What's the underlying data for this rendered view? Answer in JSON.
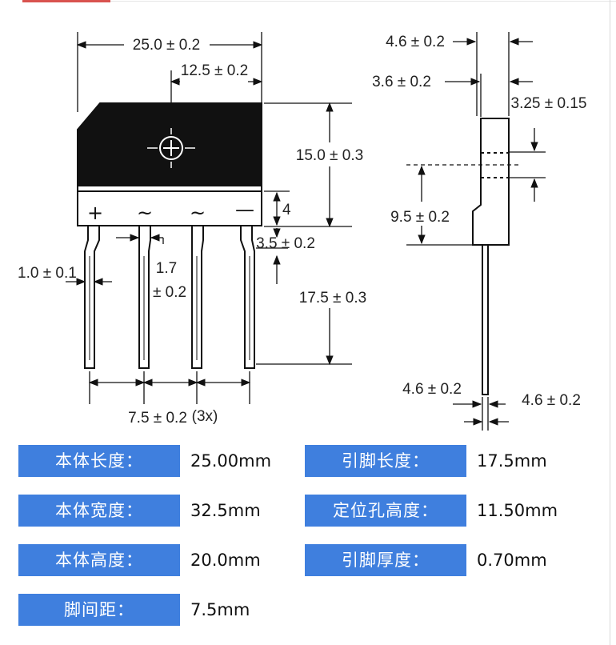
{
  "colors": {
    "accent": "#d9534f",
    "label_bg": "#3f7fde",
    "line": "#111111"
  },
  "drawing": {
    "front": {
      "body_length": "25.0 ± 0.2",
      "hole_offset": "12.5 ± 0.2",
      "body_height": "15.0 ± 0.3",
      "step": "4",
      "lead_clearance": "3.5 ± 0.2",
      "lead_length": "17.5 ± 0.3",
      "lead_width": "1.0 ± 0.1",
      "lead_width2_a": "1.7",
      "lead_width2_b": "± 0.2",
      "pitch": "7.5 ± 0.2",
      "pitch_count": "(3x)",
      "symbols": [
        "+",
        "~",
        "~",
        "—"
      ]
    },
    "side": {
      "width_outer": "4.6 ± 0.2",
      "width_inner": "3.6 ± 0.2",
      "top_offset": "3.25 ± 0.15",
      "hole_height": "9.5 ± 0.2",
      "lead_bottom": "4.6 ± 0.2",
      "lead_bottom_right": "4.6 ± 0.2"
    }
  },
  "specs": {
    "left": [
      {
        "label": "本体长度：",
        "value": "25.00mm"
      },
      {
        "label": "本体宽度：",
        "value": "32.5mm"
      },
      {
        "label": "本体高度：",
        "value": "20.0mm"
      },
      {
        "label": "脚间距：",
        "value": "7.5mm"
      }
    ],
    "right": [
      {
        "label": "引脚长度：",
        "value": "17.5mm"
      },
      {
        "label": "定位孔高度：",
        "value": "11.50mm"
      },
      {
        "label": "引脚厚度：",
        "value": "0.70mm"
      }
    ]
  }
}
